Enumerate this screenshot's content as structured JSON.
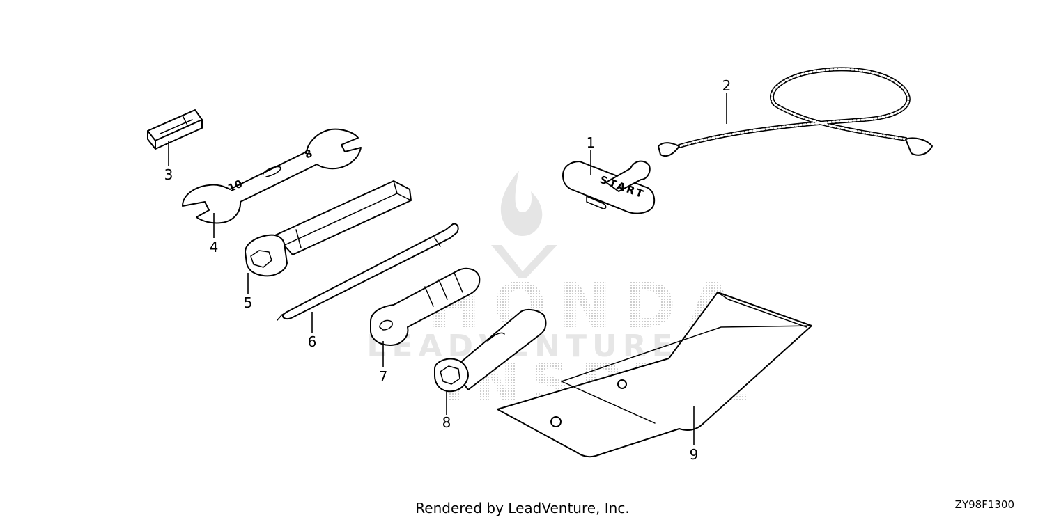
{
  "diagram": {
    "callouts": [
      {
        "id": "1",
        "part": "grip"
      },
      {
        "id": "2",
        "part": "rope"
      },
      {
        "id": "3",
        "part": "clip"
      },
      {
        "id": "4",
        "part": "wrench"
      },
      {
        "id": "5",
        "part": "box-wrench"
      },
      {
        "id": "6",
        "part": "screwdriver"
      },
      {
        "id": "7",
        "part": "plug-wrench"
      },
      {
        "id": "8",
        "part": "box-wrench-small"
      },
      {
        "id": "9",
        "part": "tool-bag"
      }
    ],
    "stamps": {
      "grip_text": "START",
      "wrench_left": "10",
      "wrench_right": "8"
    },
    "watermark": {
      "brand": "HONDA",
      "sub": "LEADVENTURE",
      "bottom": "INSPIRE"
    }
  },
  "footer": {
    "credit": "Rendered by LeadVenture, Inc.",
    "code": "ZY98F1300"
  }
}
